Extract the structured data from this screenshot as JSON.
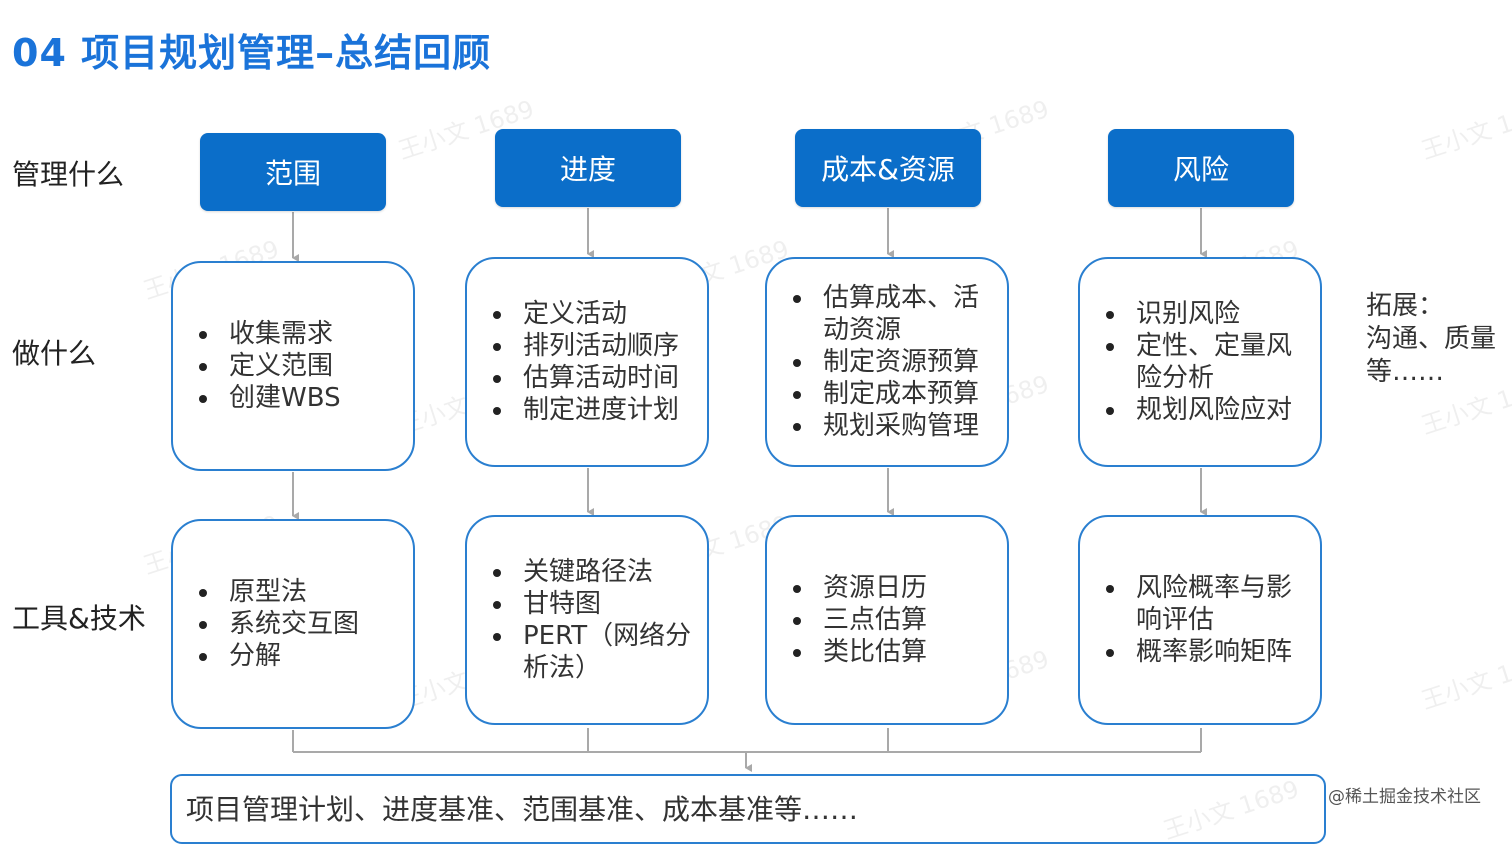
{
  "title": "04 项目规划管理–总结回顾",
  "row_labels": {
    "what_manage": "管理什么",
    "what_do": "做什么",
    "tools": "工具&技术"
  },
  "columns": [
    {
      "header": "范围",
      "activities": [
        "收集需求",
        "定义范围",
        "创建WBS"
      ],
      "tools": [
        "原型法",
        "系统交互图",
        "分解"
      ]
    },
    {
      "header": "进度",
      "activities": [
        "定义活动",
        "排列活动顺序",
        "估算活动时间",
        "制定进度计划"
      ],
      "tools": [
        "关键路径法",
        "甘特图",
        "PERT（网络分析法）"
      ]
    },
    {
      "header": "成本&资源",
      "activities": [
        "估算成本、活动资源",
        "制定资源预算",
        "制定成本预算",
        "规划采购管理"
      ],
      "tools": [
        "资源日历",
        "三点估算",
        "类比估算"
      ]
    },
    {
      "header": "风险",
      "activities": [
        "识别风险",
        "定性、定量风险分析",
        "规划风险应对"
      ],
      "tools": [
        "风险概率与影响评估",
        "概率影响矩阵"
      ]
    }
  ],
  "extension": {
    "label": "拓展：",
    "text": "沟通、质量等……"
  },
  "output": "项目管理计划、进度基准、范围基准、成本基准等……",
  "watermark_text": "王小文 1689",
  "credit": "@稀土掘金技术社区",
  "colors": {
    "accent": "#1a73d9",
    "header_fill": "#0b6ec9",
    "card_border": "#2a7fd0",
    "connector": "#a9a9a9"
  }
}
